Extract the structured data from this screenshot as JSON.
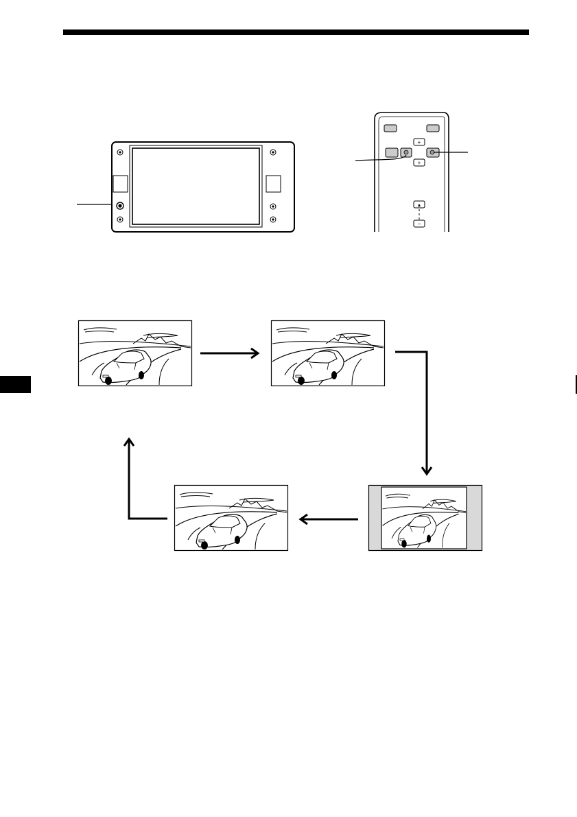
{
  "page": {
    "background": "#ffffff",
    "ink": "#000000",
    "bar_fill": "#d9d9d9",
    "button_fill": "#cccccc"
  },
  "illustrations": {
    "monitor_unit": {
      "icon": "monitor-front-panel"
    },
    "remote_control": {
      "icon": "remote-commander"
    },
    "screen_modes": {
      "frames": [
        {
          "icon": "car-scene-normal"
        },
        {
          "icon": "car-scene-wide"
        },
        {
          "icon": "car-scene-full"
        },
        {
          "icon": "car-scene-zoom"
        }
      ],
      "cycle": [
        "right",
        "down",
        "left",
        "up"
      ]
    }
  }
}
